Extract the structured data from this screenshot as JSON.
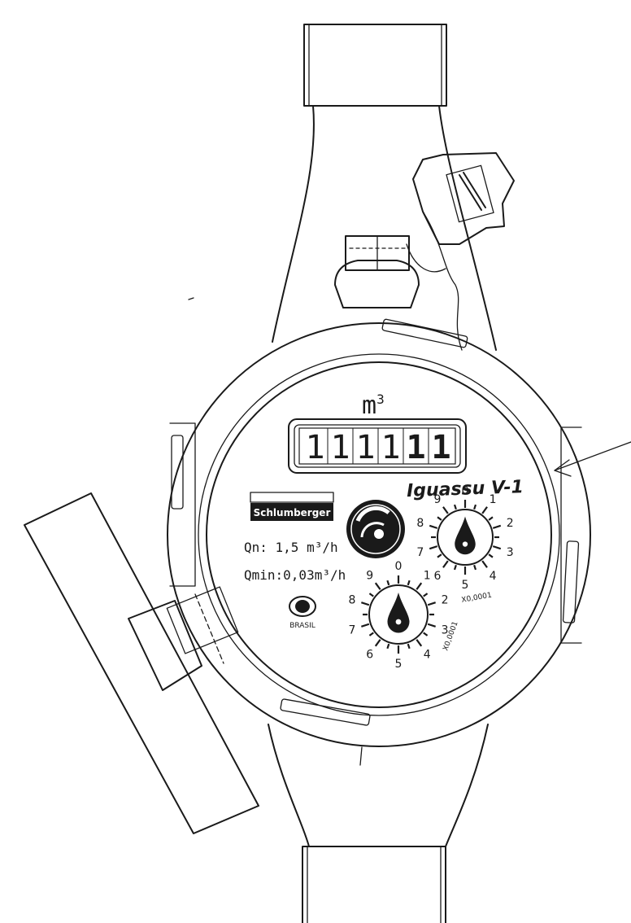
{
  "unit_label": "m",
  "unit_exponent": "3",
  "odometer_digits": [
    "1",
    "1",
    "1",
    "1",
    "1",
    "1"
  ],
  "odometer_bold_from": 4,
  "brand": "Schlumberger",
  "model": "Iguassu V-1",
  "specs": {
    "qn": "Qn:  1,5 m³/h",
    "qmin": "Qmin:0,03m³/h"
  },
  "origin": "BRASIL",
  "dial_right": {
    "numbers": [
      "0",
      "1",
      "2",
      "3",
      "4",
      "5",
      "6",
      "7",
      "8",
      "9"
    ],
    "multiplier": "X0,0001"
  },
  "dial_left": {
    "numbers": [
      "0",
      "1",
      "2",
      "3",
      "4",
      "5",
      "6",
      "7",
      "8",
      "9"
    ],
    "multiplier": "X0,0001"
  },
  "colors": {
    "ink": "#1a1a1a",
    "paper": "#ffffff"
  }
}
